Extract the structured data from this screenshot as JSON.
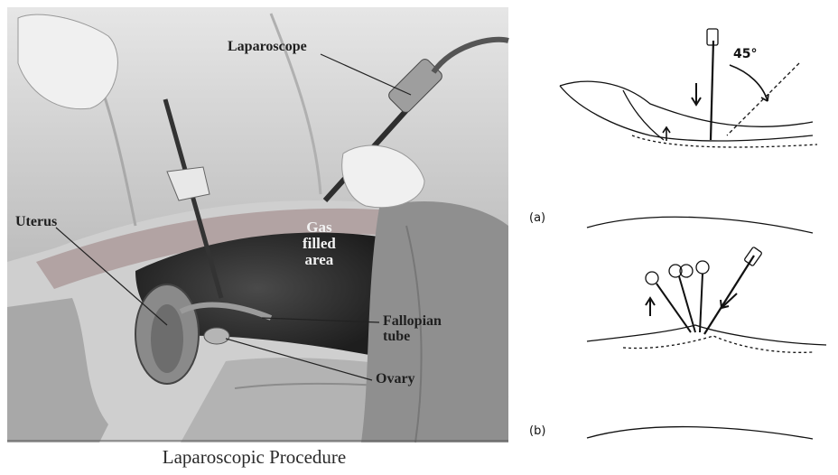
{
  "left_illustration": {
    "labels": {
      "laparoscope": "Laparoscope",
      "uterus": "Uterus",
      "gas_line1": "Gas",
      "gas_line2": "filled",
      "gas_line3": "area",
      "fallopian_line1": "Fallopian",
      "fallopian_line2": "tube",
      "ovary": "Ovary"
    },
    "caption": "Laparoscopic Procedure"
  },
  "right_diagram": {
    "panel_a": {
      "tag": "(a)",
      "angle": "45°"
    },
    "panel_b": {
      "tag": "(b)"
    }
  },
  "colors": {
    "background": "#ffffff",
    "illustration_bg": "#cfcfcf",
    "cavity": "#3a3a3a",
    "line_art": "#111111"
  }
}
